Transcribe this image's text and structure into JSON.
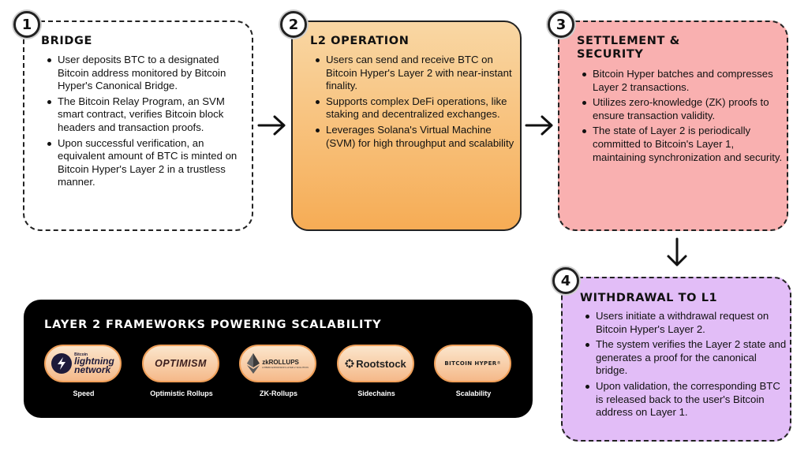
{
  "steps": [
    {
      "number": "1",
      "title": "BRIDGE",
      "bullets": [
        "User deposits BTC to a designated Bitcoin address monitored by Bitcoin Hyper's Canonical Bridge.",
        "The Bitcoin Relay Program, an SVM smart contract, verifies Bitcoin block headers and transaction proofs.",
        "Upon successful verification, an equivalent amount of BTC is minted on Bitcoin Hyper's Layer 2 in a trustless manner."
      ]
    },
    {
      "number": "2",
      "title": "L2 OPERATION",
      "bullets": [
        "Users can send and receive BTC on Bitcoin Hyper's Layer 2 with near-instant finality.",
        "Supports complex DeFi operations, like staking and decentralized exchanges.",
        "Leverages Solana's Virtual Machine (SVM) for high throughput and scalability"
      ]
    },
    {
      "number": "3",
      "title": "SETTLEMENT & SECURITY",
      "bullets": [
        "Bitcoin Hyper batches and compresses Layer 2 transactions.",
        "Utilizes zero-knowledge (ZK) proofs to ensure transaction validity.",
        "The state of Layer 2 is periodically committed to Bitcoin's Layer 1, maintaining synchronization and security."
      ]
    },
    {
      "number": "4",
      "title": "WITHDRAWAL TO L1",
      "bullets": [
        "Users initiate a withdrawal request on Bitcoin Hyper's Layer 2.",
        "The system verifies the Layer 2 state and generates a proof for the canonical bridge.",
        "Upon validation, the corresponding BTC is released back to the user's Bitcoin address on Layer 1."
      ]
    }
  ],
  "frameworks": {
    "title": "LAYER 2 FRAMEWORKS POWERING SCALABILITY",
    "items": [
      {
        "logo_line1": "lightning",
        "logo_line2": "network",
        "logo_small": "Bitcoin",
        "caption": "Speed",
        "icon": "lightning-bolt-icon"
      },
      {
        "logo": "OPTIMISM",
        "caption": "Optimistic Rollups"
      },
      {
        "logo": "zkROLLUPS",
        "logo_small": "HYBRID EXPANSION LAYER 2 SOLUTION",
        "caption": "ZK-Rollups",
        "icon": "ethereum-diamond-icon"
      },
      {
        "logo": "Rootstock",
        "caption": "Sidechains",
        "icon": "rootstock-dots-icon"
      },
      {
        "logo": "BITCOIN HYPER",
        "logo_sup": "®",
        "caption": "Scalability"
      }
    ]
  },
  "colors": {
    "card1": "#ffffff",
    "card2_top": "#f9d7a4",
    "card2_bottom": "#f6ac55",
    "card3": "#f9b0b0",
    "card4": "#e2bdf7",
    "frameworks_bg": "#000000",
    "pill_top": "#fbe6cc",
    "pill_bottom": "#f5b98a"
  }
}
